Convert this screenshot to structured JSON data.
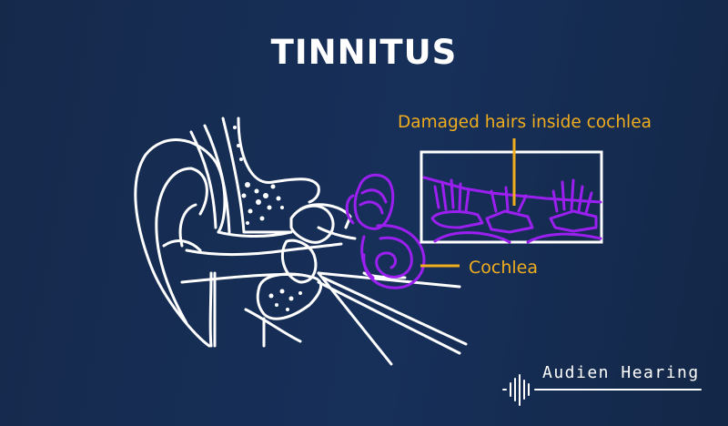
{
  "title": "TINNITUS",
  "labels": {
    "damaged_hairs": "Damaged hairs inside cochlea",
    "cochlea": "Cochlea"
  },
  "brand": {
    "name": "Audien Hearing",
    "icon": "soundwave-icon"
  },
  "colors": {
    "background": "#16305a",
    "outline": "#ffffff",
    "inner_ear": "#9b1ff0",
    "label": "#f0ad1e"
  }
}
